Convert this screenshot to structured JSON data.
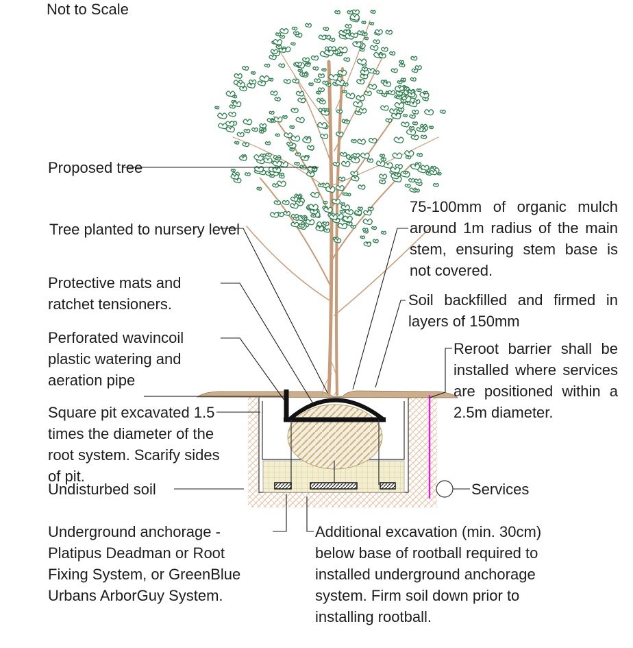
{
  "diagram": {
    "scale_note": "Not to Scale",
    "labels": {
      "proposed_tree": "Proposed tree",
      "nursery_level": "Tree planted to nursery level",
      "protective_mats": "Protective mats and\nratchet tensioners.",
      "watering_pipe": "Perforated wavincoil\nplastic watering and\naeration pipe",
      "square_pit": "Square pit excavated 1.5\ntimes the diameter of the\nroot system. Scarify sides\nof pit.",
      "undisturbed_soil": "Undisturbed soil",
      "underground_anchorage": "Underground anchorage -\nPlatipus Deadman or Root\nFixing System, or GreenBlue\nUrbans ArborGuy System.",
      "organic_mulch": "75-100mm of organic mulch around 1m radius of the main stem, ensuring stem base is not covered.",
      "soil_backfilled": "Soil backfilled and firmed in layers of 150mm",
      "reroot_barrier": "Reroot barrier shall be installed where services are positioned within a 2.5m diameter.",
      "services": "Services",
      "additional_excavation": "Additional excavation (min. 30cm)\nbelow base of rootball required to\ninstalled underground anchorage\nsystem. Firm soil down prior to\ninstalling rootball."
    },
    "colors": {
      "foliage": "#2e7d4f",
      "trunk": "#c79a78",
      "mulch": "#cdae8c",
      "soil_hatch": "#e0b896",
      "rootball": "#c9b27a",
      "gravel": "#d9cf98",
      "reroot_barrier": "#e020d0",
      "leader_lines": "#1c1c1c"
    }
  }
}
